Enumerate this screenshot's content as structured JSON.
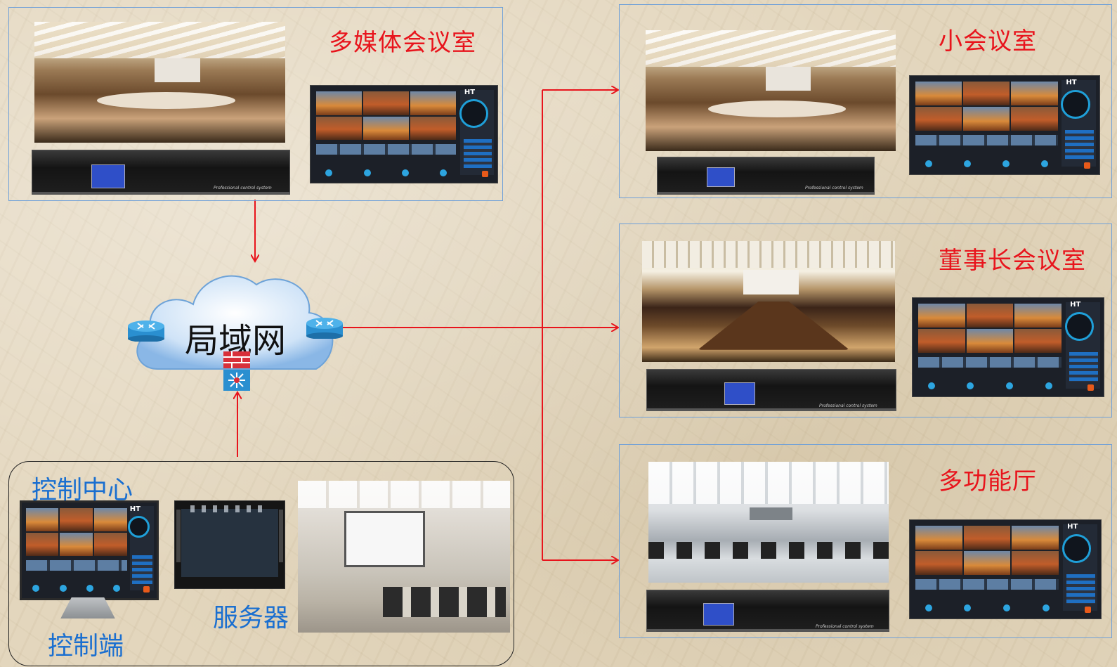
{
  "network": {
    "lan_label": "局域网"
  },
  "rooms": {
    "multimedia": {
      "title": "多媒体会议室"
    },
    "small": {
      "title": "小会议室"
    },
    "chairman": {
      "title": "董事长会议室"
    },
    "multifunction": {
      "title": "多功能厅"
    }
  },
  "control": {
    "center_label": "控制中心",
    "client_label": "控制端",
    "server_label": "服务器"
  },
  "device": {
    "rack_text": "Professional control system"
  },
  "touch_ui": {
    "logo": "HT"
  },
  "colors": {
    "arrow": "#e8141c",
    "room_title": "#e8141c",
    "control_labels": "#1a6fd0",
    "panel_border": "#6fa0d8",
    "background": "#e3d6bd"
  }
}
